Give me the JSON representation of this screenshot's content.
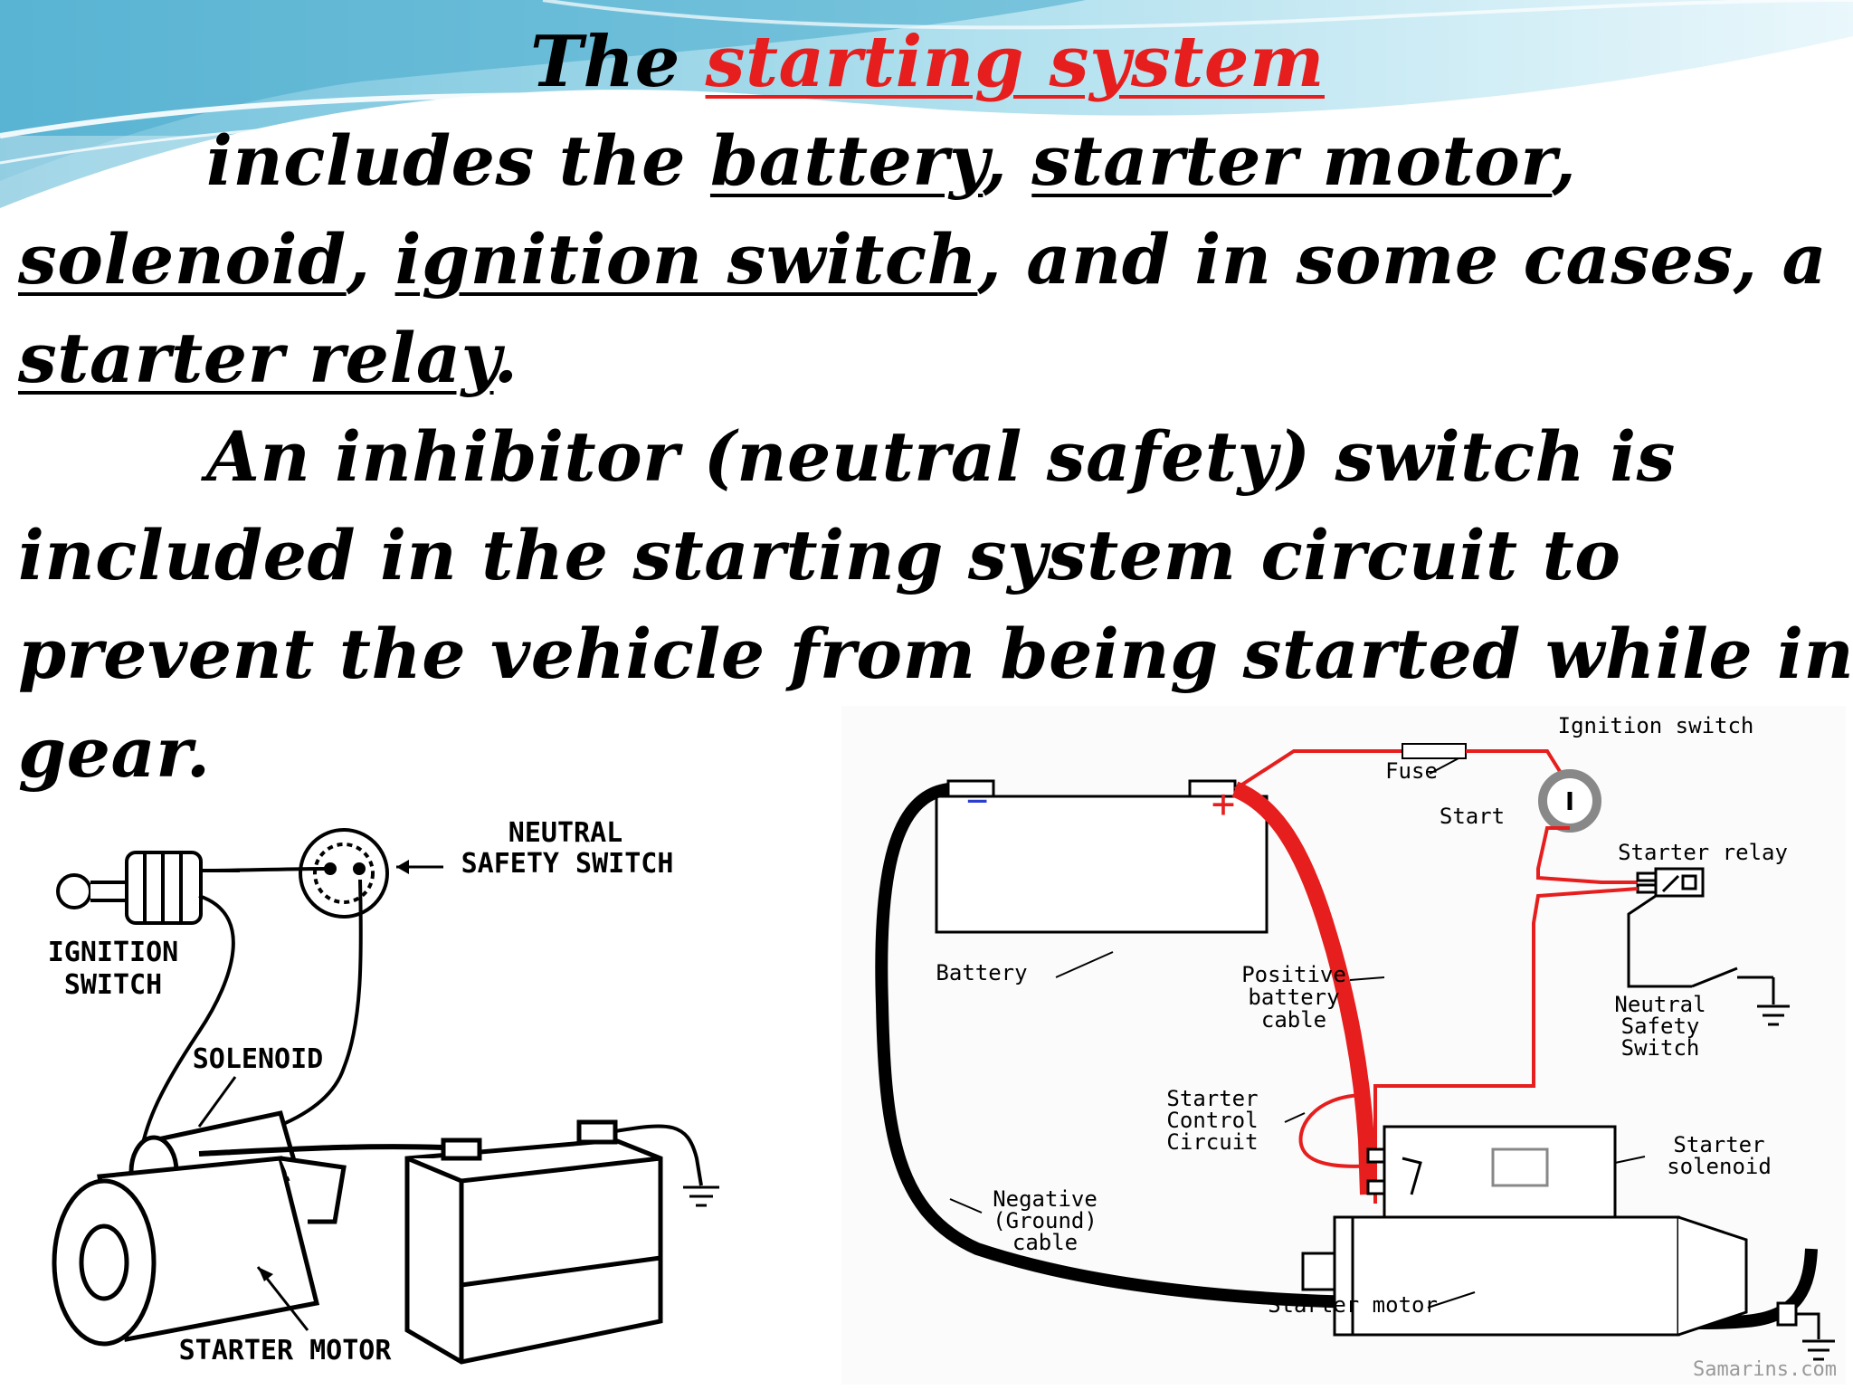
{
  "slide": {
    "title_prefix": "The",
    "title_highlight": "starting system",
    "line1_text": "includes the",
    "battery": "battery",
    "comma1": ",",
    "starter_motor": "starter motor",
    "comma2": ",",
    "solenoid": "solenoid",
    "comma3": ",",
    "ignition_switch": "ignition switch",
    "line2_rest": ", and in some cases, a",
    "starter_relay": "starter relay",
    "period": ".",
    "line4": "An inhibitor (neutral safety) switch is",
    "line5": "included in the starting system circuit to",
    "line6": "prevent the vehicle from being started while in",
    "line7": "gear."
  },
  "left_figure": {
    "labels": {
      "neutral_1": "NEUTRAL",
      "neutral_2": "SAFETY SWITCH",
      "ignition_1": "IGNITION",
      "ignition_2": "SWITCH",
      "solenoid": "SOLENOID",
      "starter_motor": "STARTER MOTOR"
    }
  },
  "right_figure": {
    "labels": {
      "ignition_switch": "Ignition switch",
      "fuse": "Fuse",
      "start": "Start",
      "starter_relay": "Starter relay",
      "battery": "Battery",
      "positive_1": "Positive",
      "positive_2": "battery",
      "positive_3": "cable",
      "neutral_1": "Neutral",
      "neutral_2": "Safety",
      "neutral_3": "Switch",
      "control_1": "Starter",
      "control_2": "Control",
      "control_3": "Circuit",
      "solenoid_1": "Starter",
      "solenoid_2": "solenoid",
      "negative_1": "Negative",
      "negative_2": "(Ground)",
      "negative_3": "cable",
      "starter_motor": "Starter motor",
      "minus": "−",
      "plus": "+",
      "watermark": "Samarins.com"
    }
  },
  "colors": {
    "accent_red": "#e61e1e",
    "wave_blue": "#58b9d6",
    "wave_light": "#c9ecf5"
  }
}
